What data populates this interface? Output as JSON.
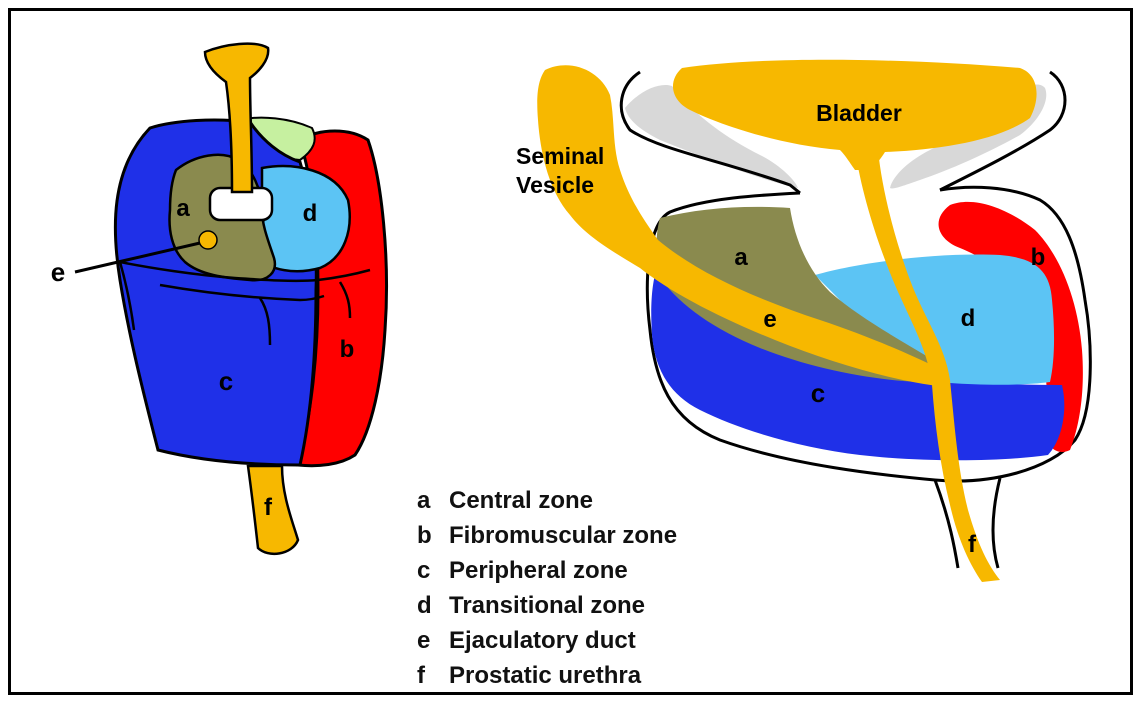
{
  "colors": {
    "urethra": "#f7b800",
    "central": "#8a8a4e",
    "fibromuscular": "#ff0000",
    "peripheral": "#1f30e8",
    "transitional": "#5cc4f4",
    "ejaculatory": "#f7b800",
    "top_cap": "#c6f0a0",
    "bladder_neck": "#d8d8d8",
    "outline": "#000000"
  },
  "left_figure": {
    "labels": {
      "a": "a",
      "b": "b",
      "c": "c",
      "d": "d",
      "e": "e",
      "f": "f"
    }
  },
  "right_figure": {
    "labels": {
      "bladder": "Bladder",
      "seminal_vesicle_line1": "Seminal",
      "seminal_vesicle_line2": "Vesicle",
      "a": "a",
      "b": "b",
      "c": "c",
      "d": "d",
      "e": "e",
      "f": "f"
    }
  },
  "legend": [
    {
      "key": "a",
      "label": "Central zone"
    },
    {
      "key": "b",
      "label": "Fibromuscular zone"
    },
    {
      "key": "c",
      "label": "Peripheral zone"
    },
    {
      "key": "d",
      "label": "Transitional zone"
    },
    {
      "key": "e",
      "label": "Ejaculatory duct"
    },
    {
      "key": "f",
      "label": "Prostatic urethra"
    }
  ]
}
